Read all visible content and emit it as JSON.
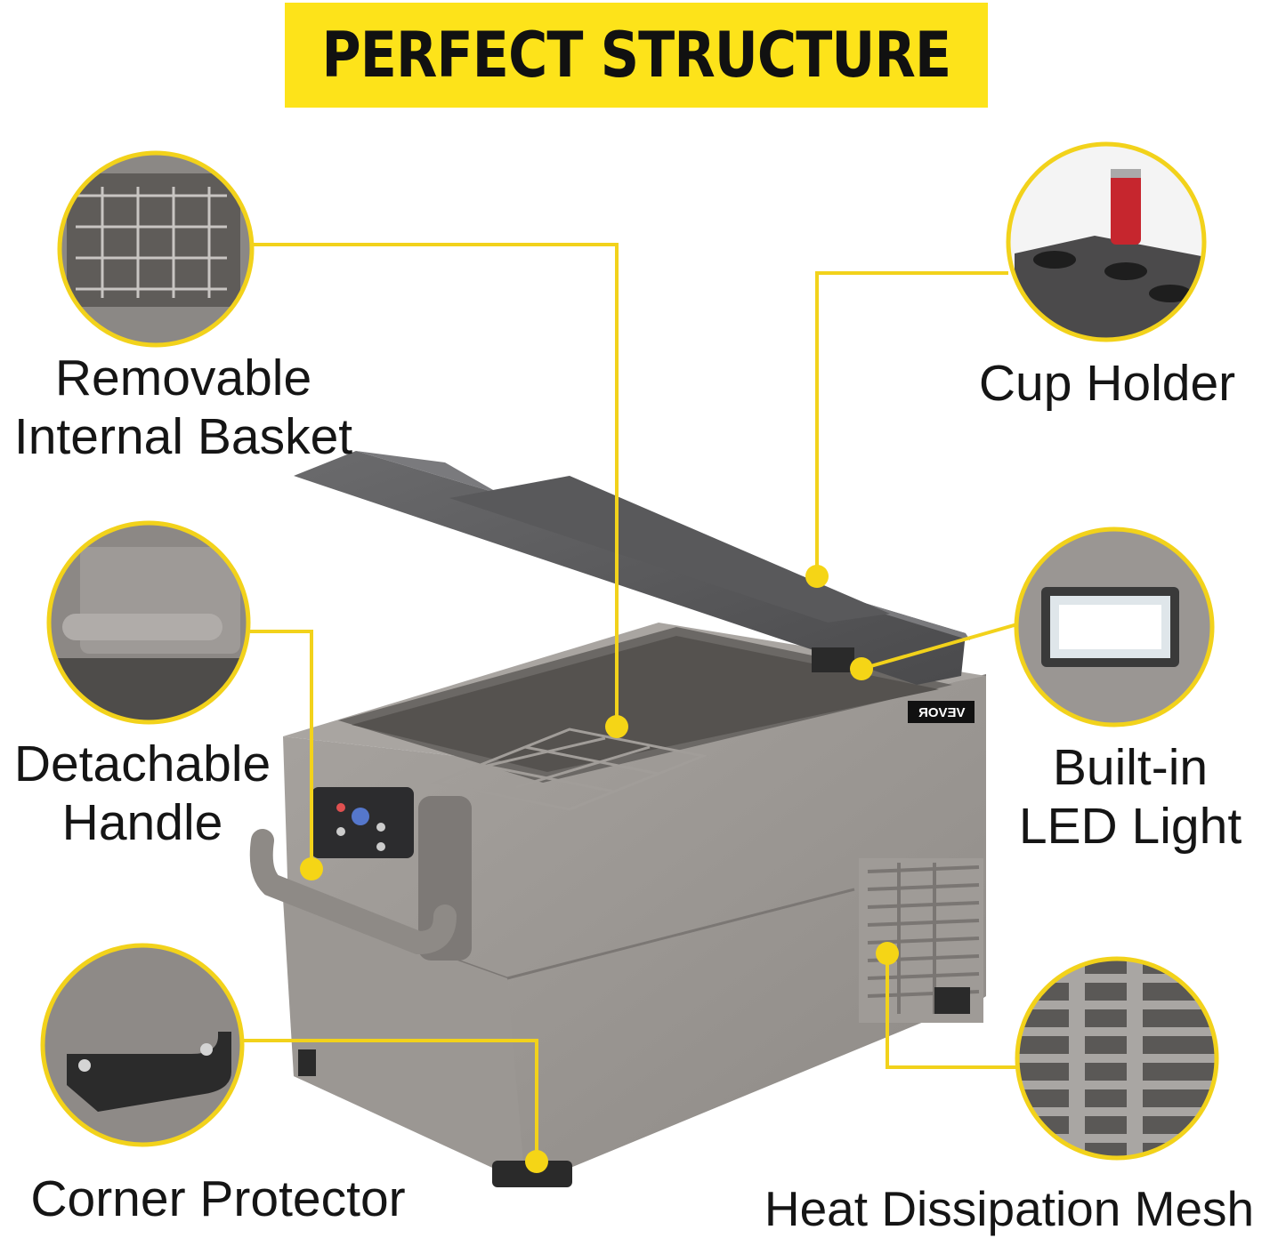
{
  "title": "PERFECT STRUCTURE",
  "brand_logo": "VEVOR",
  "accent_color": "#fde31a",
  "features": {
    "basket": {
      "line1": "Removable",
      "line2": "Internal Basket"
    },
    "cup_holder": {
      "line1": "Cup Holder"
    },
    "handle": {
      "line1": "Detachable",
      "line2": "Handle"
    },
    "led_light": {
      "line1": "Built-in",
      "line2": "LED Light"
    },
    "corner": {
      "line1": "Corner Protector"
    },
    "mesh": {
      "line1": "Heat Dissipation Mesh"
    }
  }
}
